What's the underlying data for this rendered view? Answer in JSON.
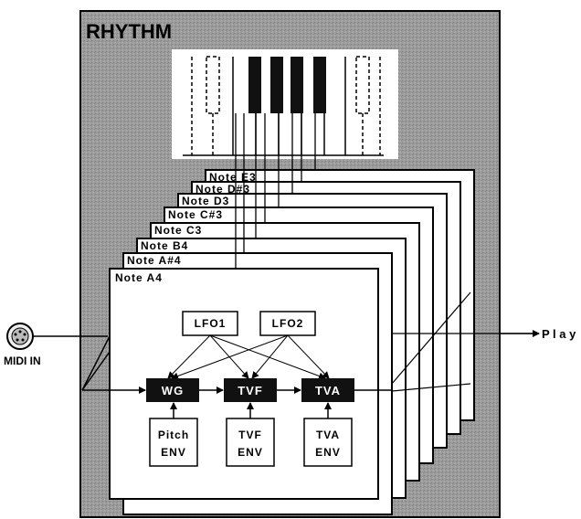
{
  "title": "RHYTHM",
  "notes_back": [
    "Note E3",
    "Note D#3",
    "Note D3",
    "Note C#3",
    "Note C3",
    "Note B4",
    "Note A#4"
  ],
  "note_front": "Note A4",
  "lfo": [
    "LFO1",
    "LFO2"
  ],
  "blocks": [
    "WG",
    "TVF",
    "TVA"
  ],
  "envelopes": [
    {
      "line1": "Pitch",
      "line2": "ENV"
    },
    {
      "line1": "TVF",
      "line2": "ENV"
    },
    {
      "line1": "TVA",
      "line2": "ENV"
    }
  ],
  "midi_in": "MIDI IN",
  "output": "P l a y",
  "colors": {
    "panel": "#9a9a9a",
    "block": "#111111",
    "paper": "#ffffff",
    "line": "#000000"
  }
}
